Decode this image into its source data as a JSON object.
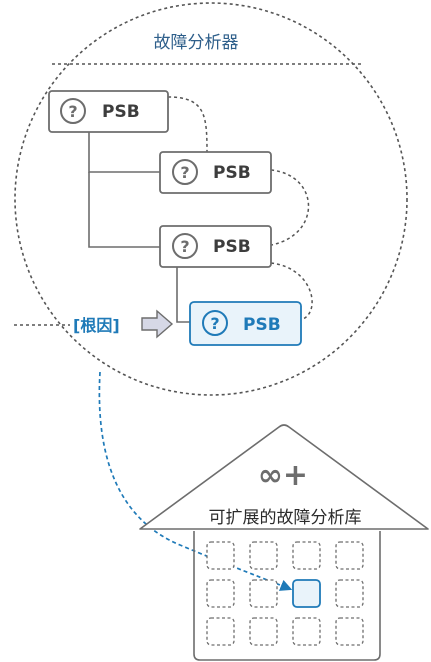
{
  "analyzer": {
    "title": "故障分析器",
    "node_label": "PSB",
    "root_cause_label": "[根因]",
    "question_glyph": "?"
  },
  "library": {
    "symbol": "∞+",
    "title": "可扩展的故障分析库",
    "slot_grid": {
      "rows": 3,
      "cols": 4,
      "highlighted_row": 1,
      "highlighted_col": 2
    }
  },
  "colors": {
    "accent_blue": "#1f7ab8",
    "node_gray": "#6d6d6d",
    "dashed_gray": "#555555",
    "highlight_fill": "#e9f3fa",
    "title_text": "#3a3a3a"
  },
  "icons": [
    "question-circle-icon",
    "right-arrow-icon",
    "infinity-plus-icon"
  ]
}
